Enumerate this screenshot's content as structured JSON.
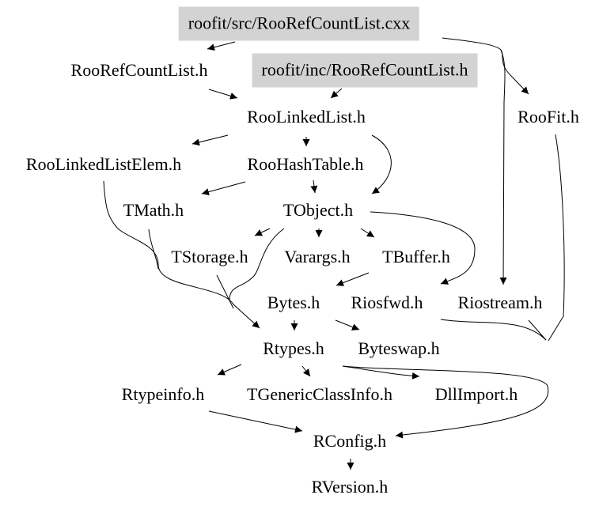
{
  "title": "Include dependency graph for RooRefCountList.cxx",
  "colors": {
    "highlight_fill": "#d3d3d3",
    "edge": "#000000",
    "text": "#000000"
  },
  "nodes": [
    {
      "id": "src_cxx",
      "label": "roofit/src/RooRefCountList.cxx",
      "highlight": true
    },
    {
      "id": "RooRefCountList_h",
      "label": "RooRefCountList.h"
    },
    {
      "id": "inc_h",
      "label": "roofit/inc/RooRefCountList.h",
      "highlight": true
    },
    {
      "id": "RooFit_h",
      "label": "RooFit.h"
    },
    {
      "id": "RooLinkedList_h",
      "label": "RooLinkedList.h"
    },
    {
      "id": "RooLinkedListElem_h",
      "label": "RooLinkedListElem.h"
    },
    {
      "id": "RooHashTable_h",
      "label": "RooHashTable.h"
    },
    {
      "id": "TMath_h",
      "label": "TMath.h"
    },
    {
      "id": "TObject_h",
      "label": "TObject.h"
    },
    {
      "id": "TStorage_h",
      "label": "TStorage.h"
    },
    {
      "id": "Varargs_h",
      "label": "Varargs.h"
    },
    {
      "id": "TBuffer_h",
      "label": "TBuffer.h"
    },
    {
      "id": "Bytes_h",
      "label": "Bytes.h"
    },
    {
      "id": "Riosfwd_h",
      "label": "Riosfwd.h"
    },
    {
      "id": "Riostream_h",
      "label": "Riostream.h"
    },
    {
      "id": "Rtypes_h",
      "label": "Rtypes.h"
    },
    {
      "id": "Byteswap_h",
      "label": "Byteswap.h"
    },
    {
      "id": "Rtypeinfo_h",
      "label": "Rtypeinfo.h"
    },
    {
      "id": "TGenericClassInfo_h",
      "label": "TGenericClassInfo.h"
    },
    {
      "id": "DllImport_h",
      "label": "DllImport.h"
    },
    {
      "id": "RConfig_h",
      "label": "RConfig.h"
    },
    {
      "id": "RVersion_h",
      "label": "RVersion.h"
    }
  ],
  "edges": [
    {
      "from": "src_cxx",
      "to": "RooRefCountList_h"
    },
    {
      "from": "src_cxx",
      "to": "RooFit_h"
    },
    {
      "from": "src_cxx",
      "to": "Riostream_h"
    },
    {
      "from": "RooRefCountList_h",
      "to": "RooLinkedList_h"
    },
    {
      "from": "inc_h",
      "to": "RooLinkedList_h"
    },
    {
      "from": "RooLinkedList_h",
      "to": "RooLinkedListElem_h"
    },
    {
      "from": "RooLinkedList_h",
      "to": "RooHashTable_h"
    },
    {
      "from": "RooLinkedList_h",
      "to": "TObject_h"
    },
    {
      "from": "RooLinkedListElem_h",
      "to": "Rtypes_h"
    },
    {
      "from": "RooHashTable_h",
      "to": "TMath_h"
    },
    {
      "from": "RooHashTable_h",
      "to": "TObject_h"
    },
    {
      "from": "TMath_h",
      "to": "Rtypes_h"
    },
    {
      "from": "TObject_h",
      "to": "TStorage_h"
    },
    {
      "from": "TObject_h",
      "to": "Varargs_h"
    },
    {
      "from": "TObject_h",
      "to": "TBuffer_h"
    },
    {
      "from": "TObject_h",
      "to": "Riosfwd_h"
    },
    {
      "from": "TObject_h",
      "to": "Rtypes_h"
    },
    {
      "from": "TStorage_h",
      "to": "Rtypes_h"
    },
    {
      "from": "TBuffer_h",
      "to": "Bytes_h"
    },
    {
      "from": "Bytes_h",
      "to": "Rtypes_h"
    },
    {
      "from": "Bytes_h",
      "to": "Byteswap_h"
    },
    {
      "from": "Rtypes_h",
      "to": "Rtypeinfo_h"
    },
    {
      "from": "Rtypes_h",
      "to": "TGenericClassInfo_h"
    },
    {
      "from": "Rtypes_h",
      "to": "DllImport_h"
    },
    {
      "from": "Rtypes_h",
      "to": "RConfig_h"
    },
    {
      "from": "Rtypeinfo_h",
      "to": "RConfig_h"
    },
    {
      "from": "Riosfwd_h",
      "to": "RConfig_h"
    },
    {
      "from": "Riostream_h",
      "to": "RConfig_h"
    },
    {
      "from": "RooFit_h",
      "to": "RConfig_h"
    },
    {
      "from": "RConfig_h",
      "to": "RVersion_h"
    }
  ]
}
